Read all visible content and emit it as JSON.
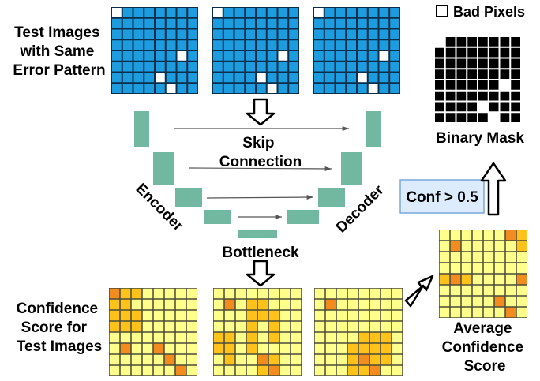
{
  "labels": {
    "test_images": [
      "Test Images",
      "with Same",
      "Error Pattern"
    ],
    "bad_pixels": "Bad Pixels",
    "binary_mask": "Binary Mask",
    "skip_connection": [
      "Skip",
      "Connection"
    ],
    "encoder": "Encoder",
    "decoder": "Decoder",
    "bottleneck": "Bottleneck",
    "conf_threshold": "Conf > 0.5",
    "confidence_score": [
      "Confidence",
      "Score for",
      "Test Images"
    ],
    "average_score": [
      "Average",
      "Confidence",
      "Score"
    ]
  },
  "colors": {
    "blue_pixel": "#1e9ce0",
    "white_pixel": "#ffffff",
    "mask_black": "#000000",
    "net_block": "#72b8a1",
    "heat_low": "#ffff8c",
    "heat_mid": "#ffc21a",
    "heat_high": "#f28c1e",
    "conf_box": "#dcecfc"
  },
  "test_images": [
    {
      "bad_pixels": [
        [
          1,
          1
        ],
        [
          5,
          7
        ],
        [
          7,
          5
        ],
        [
          8,
          6
        ]
      ]
    },
    {
      "bad_pixels": [
        [
          1,
          1
        ],
        [
          5,
          7
        ],
        [
          7,
          5
        ],
        [
          8,
          6
        ]
      ]
    },
    {
      "bad_pixels": [
        [
          1,
          1
        ],
        [
          5,
          7
        ],
        [
          7,
          5
        ],
        [
          8,
          6
        ]
      ]
    }
  ],
  "binary_mask": {
    "bad_pixels": [
      [
        1,
        1
      ],
      [
        5,
        7
      ],
      [
        7,
        5
      ],
      [
        8,
        6
      ]
    ]
  },
  "confidence_maps": [
    {
      "mid": [
        [
          1,
          1
        ],
        [
          1,
          2
        ],
        [
          1,
          3
        ],
        [
          2,
          1
        ],
        [
          2,
          2
        ],
        [
          3,
          1
        ],
        [
          3,
          2
        ],
        [
          3,
          3
        ],
        [
          4,
          1
        ],
        [
          4,
          2
        ],
        [
          4,
          3
        ]
      ],
      "high": [
        [
          1,
          1
        ],
        [
          6,
          2
        ],
        [
          6,
          5
        ],
        [
          7,
          6
        ],
        [
          8,
          7
        ]
      ]
    },
    {
      "mid": [
        [
          2,
          4
        ],
        [
          2,
          5
        ],
        [
          3,
          4
        ],
        [
          3,
          5
        ],
        [
          3,
          6
        ],
        [
          4,
          4
        ],
        [
          4,
          6
        ],
        [
          5,
          1
        ],
        [
          5,
          2
        ],
        [
          5,
          4
        ],
        [
          5,
          6
        ],
        [
          6,
          1
        ],
        [
          6,
          2
        ],
        [
          6,
          4
        ],
        [
          7,
          2
        ],
        [
          7,
          5
        ],
        [
          7,
          6
        ],
        [
          8,
          5
        ]
      ],
      "high": [
        [
          2,
          2
        ],
        [
          7,
          5
        ],
        [
          8,
          6
        ]
      ]
    },
    {
      "mid": [
        [
          5,
          5
        ],
        [
          5,
          6
        ],
        [
          5,
          7
        ],
        [
          6,
          4
        ],
        [
          6,
          5
        ],
        [
          6,
          6
        ],
        [
          6,
          7
        ],
        [
          7,
          4
        ],
        [
          7,
          6
        ],
        [
          7,
          7
        ],
        [
          8,
          4
        ],
        [
          8,
          5
        ]
      ],
      "high": [
        [
          2,
          2
        ],
        [
          7,
          5
        ],
        [
          8,
          6
        ]
      ]
    }
  ],
  "average_map": {
    "mid": [
      [
        1,
        8
      ],
      [
        2,
        8
      ],
      [
        5,
        1
      ],
      [
        5,
        3
      ]
    ],
    "high": [
      [
        1,
        7
      ],
      [
        2,
        2
      ],
      [
        5,
        2
      ],
      [
        5,
        8
      ],
      [
        7,
        6
      ],
      [
        8,
        7
      ]
    ]
  }
}
